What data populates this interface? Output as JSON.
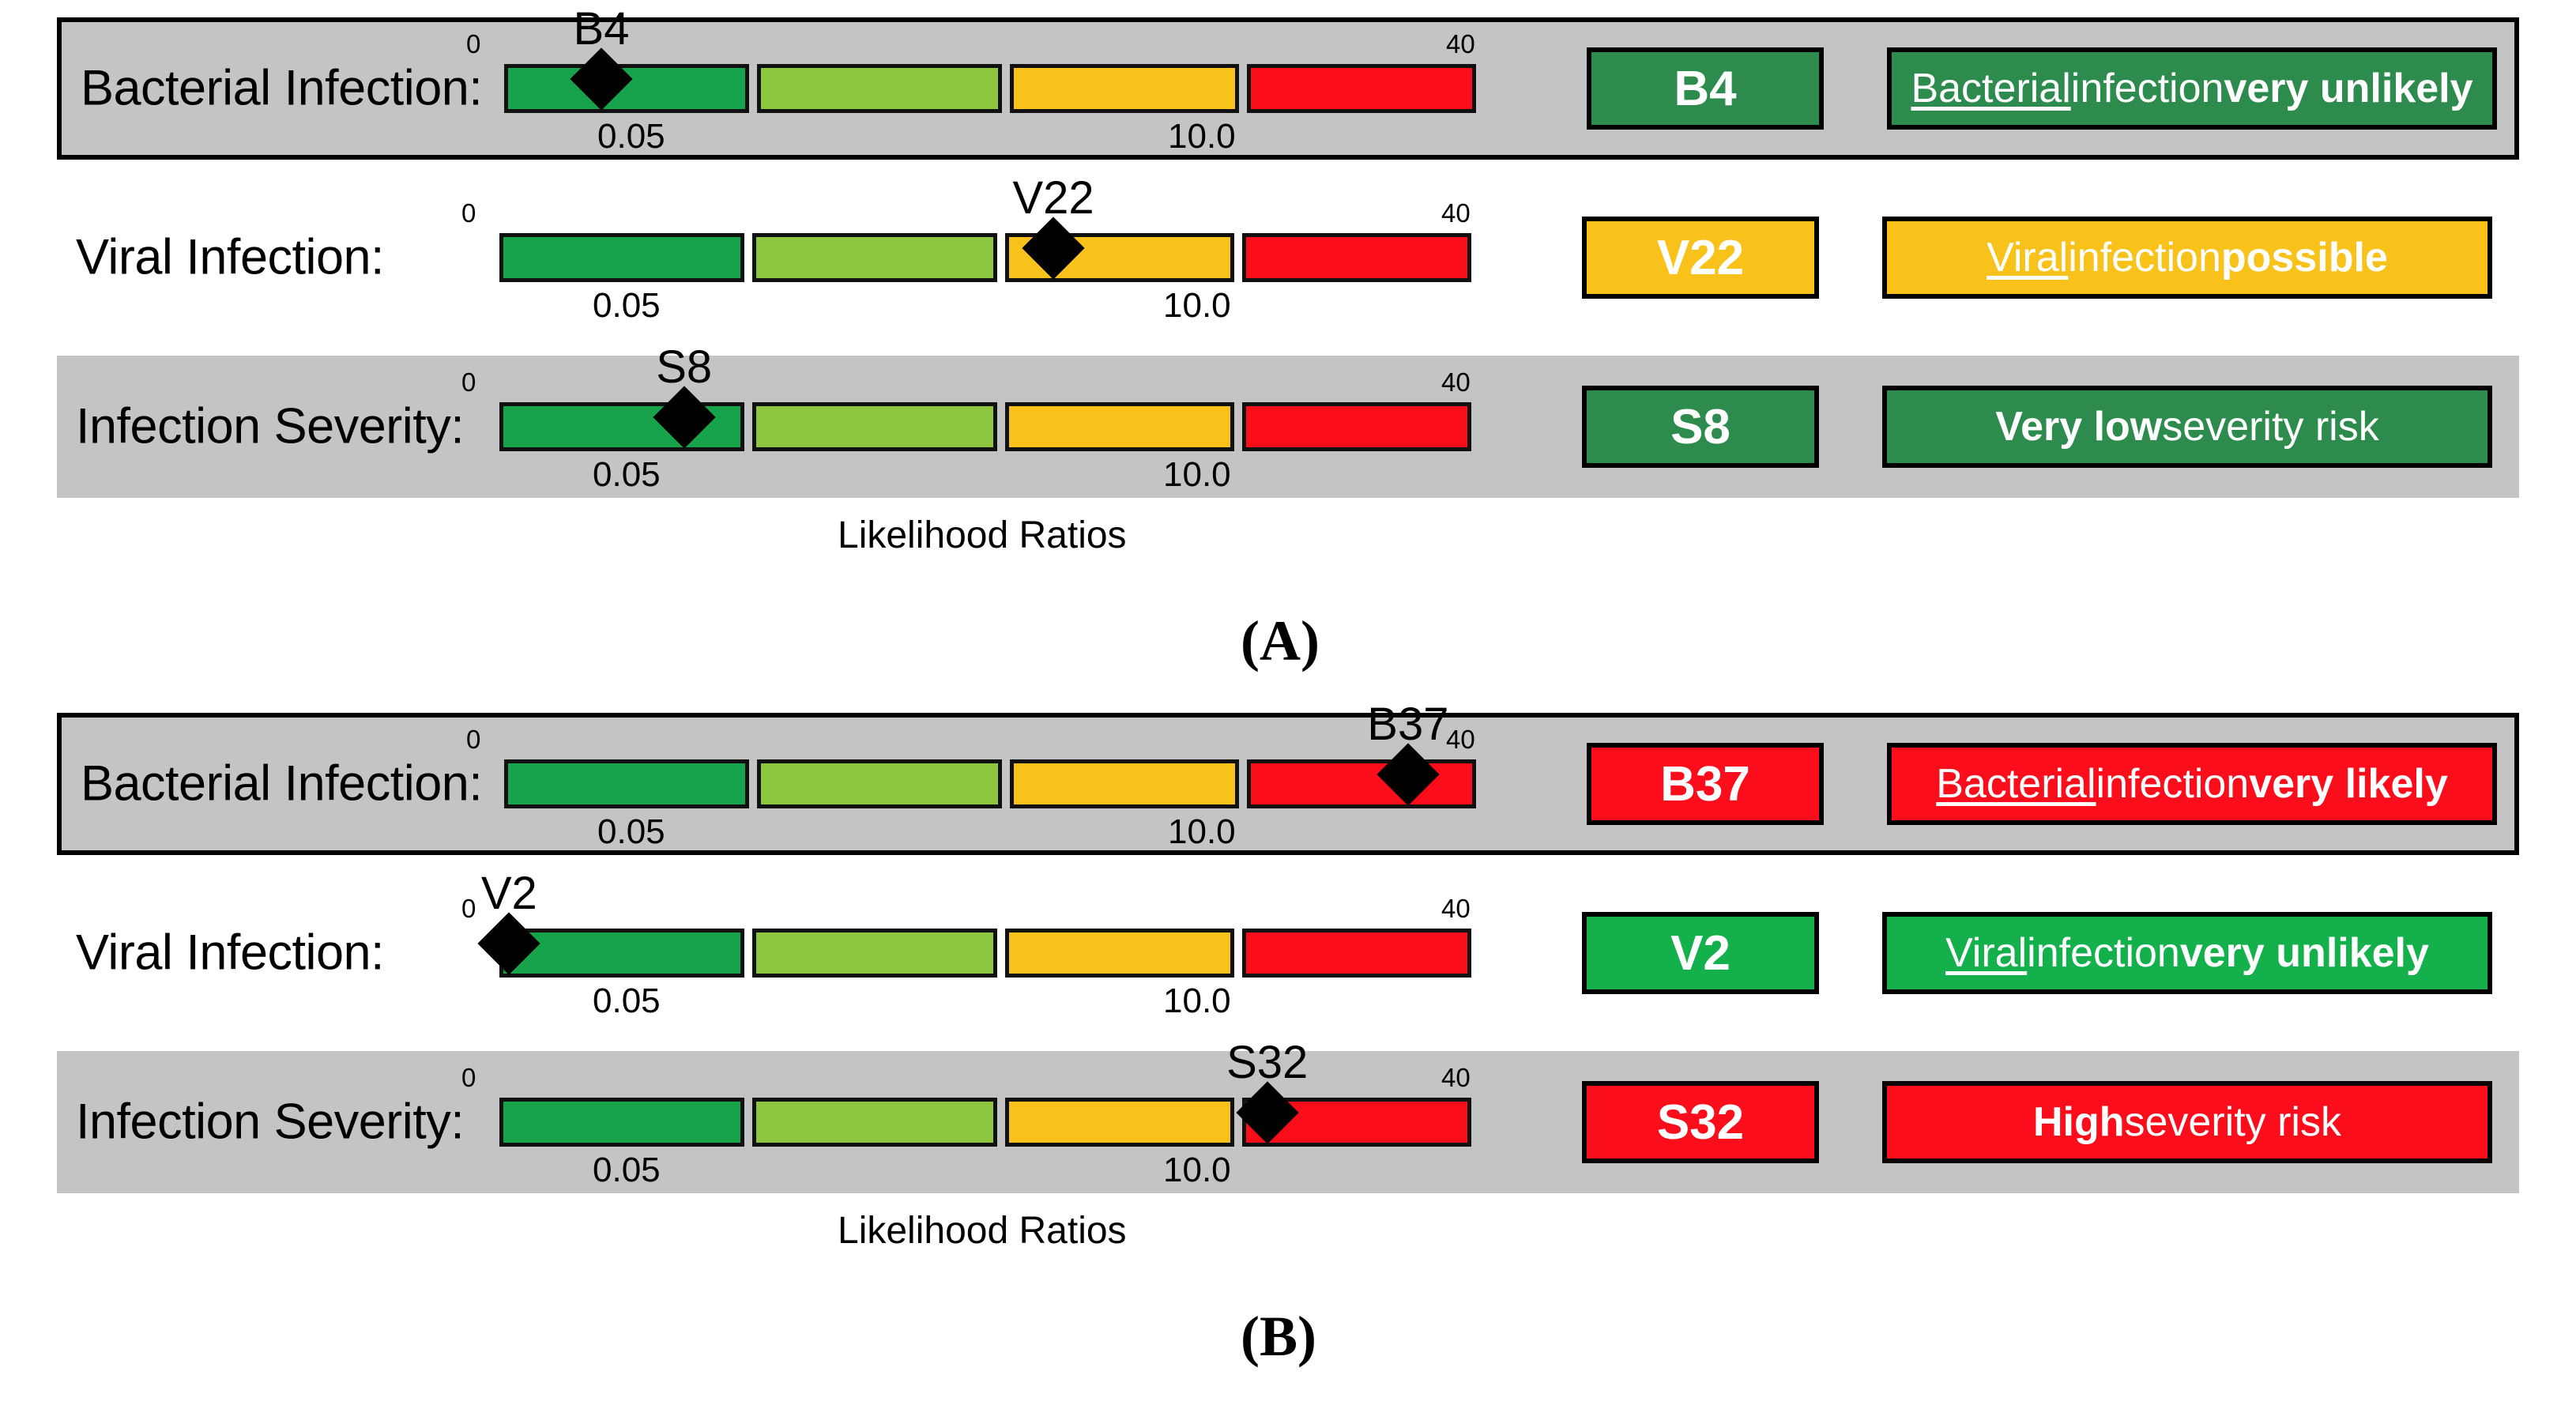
{
  "chart_data": {
    "type": "bar",
    "title": "Likelihood Ratio diagnostic result bars",
    "xlabel": "Likelihood Ratios",
    "axis_ticks": [
      "0",
      "0.05",
      "10.0",
      "40"
    ],
    "xlim": [
      0,
      40
    ],
    "segment_colors": [
      "#16a34a",
      "#8dc63f",
      "#f9c21b",
      "#fc0d1b"
    ],
    "segment_count": 4,
    "panels": [
      {
        "letter": "(A)",
        "axis_caption": "Likelihood Ratios",
        "rows": [
          {
            "label": "Bacterial Infection:",
            "band": "bordered",
            "marker_code": "B4",
            "marker_value": 4,
            "marker_pct": 10,
            "badge_code": "B4",
            "badge_color": "#2e8b4e",
            "statement_color": "#2e8b4e",
            "statement_underlined": "Bacterial",
            "statement_plain": " infection ",
            "statement_bold": "very unlikely"
          },
          {
            "label": "Viral Infection:",
            "band": "plain",
            "marker_code": "V22",
            "marker_value": 22,
            "marker_pct": 57,
            "badge_code": "V22",
            "badge_color": "#f9c21b",
            "statement_color": "#f9c21b",
            "statement_underlined": "Viral",
            "statement_plain": " infection ",
            "statement_bold": "possible"
          },
          {
            "label": "Infection Severity:",
            "band": "shaded",
            "marker_code": "S8",
            "marker_value": 8,
            "marker_pct": 19,
            "badge_code": "S8",
            "badge_color": "#2e8b4e",
            "statement_color": "#2e8b4e",
            "statement_underlined": "",
            "statement_plain": "",
            "statement_bold": "Very low",
            "statement_tail": " severity risk"
          }
        ]
      },
      {
        "letter": "(B)",
        "axis_caption": "Likelihood Ratios",
        "rows": [
          {
            "label": "Bacterial Infection:",
            "band": "bordered",
            "marker_code": "B37",
            "marker_value": 37,
            "marker_pct": 93,
            "badge_code": "B37",
            "badge_color": "#fc0d1b",
            "statement_color": "#fc0d1b",
            "statement_underlined": "Bacterial",
            "statement_plain": " infection ",
            "statement_bold": "very likely"
          },
          {
            "label": "Viral Infection:",
            "band": "plain",
            "marker_code": "V2",
            "marker_value": 2,
            "marker_pct": 1,
            "badge_code": "V2",
            "badge_color": "#13b04c",
            "statement_color": "#13b04c",
            "statement_underlined": "Viral",
            "statement_plain": " infection ",
            "statement_bold": "very unlikely"
          },
          {
            "label": "Infection Severity:",
            "band": "shaded",
            "marker_code": "S32",
            "marker_value": 32,
            "marker_pct": 79,
            "badge_code": "S32",
            "badge_color": "#fc0d1b",
            "statement_color": "#fc0d1b",
            "statement_underlined": "",
            "statement_plain": "",
            "statement_bold": "High",
            "statement_tail": " severity risk"
          }
        ]
      }
    ]
  }
}
